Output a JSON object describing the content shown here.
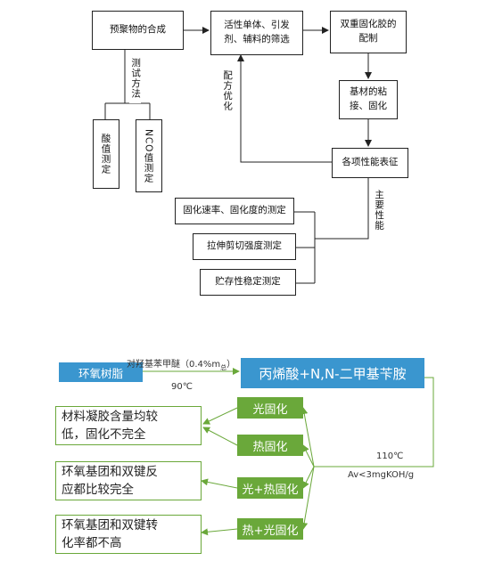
{
  "top_diagram": {
    "prepolymer_synthesis": "预聚物的合成",
    "screening": [
      "活性单体、引发",
      "剂、辅料的筛选"
    ],
    "formulation": [
      "双重固化胶的",
      "配制"
    ],
    "bonding": [
      "基材的粘",
      "接、固化"
    ],
    "characterization": "各项性能表征",
    "test_method": "测试方法",
    "acid_value": "酸值测定",
    "nco_value": "NCO值测定",
    "formula_optimization": "配方优化",
    "main_performance": "主要性能",
    "cure_speed": "固化速率、固化度的测定",
    "tensile_shear": "拉伸剪切强度测定",
    "storage": "贮存性稳定测定"
  },
  "bottom_diagram": {
    "epoxy": "环氧树脂",
    "catalyst": "对羟基苯甲醚（0.4%m",
    "catalyst_sub": "总",
    "catalyst_close": "）",
    "temp1": "90℃",
    "acrylic": "丙烯酸+N,N-二甲基苄胺",
    "temp2": "110℃",
    "av": "Av<3mgKOH/g",
    "light": "光固化",
    "thermal": "热固化",
    "light_thermal": "光+热固化",
    "thermal_light": "热+光固化",
    "note1": [
      "材料凝胶含量均较",
      "低，固化不完全"
    ],
    "note2": [
      "环氧基团和双键反",
      "应都比较完全"
    ],
    "note3": [
      "环氧基团和双键转",
      "化率都不高"
    ]
  },
  "colors": {
    "blue": "#3a96cf",
    "green": "#6aa83a",
    "line": "#222222"
  }
}
